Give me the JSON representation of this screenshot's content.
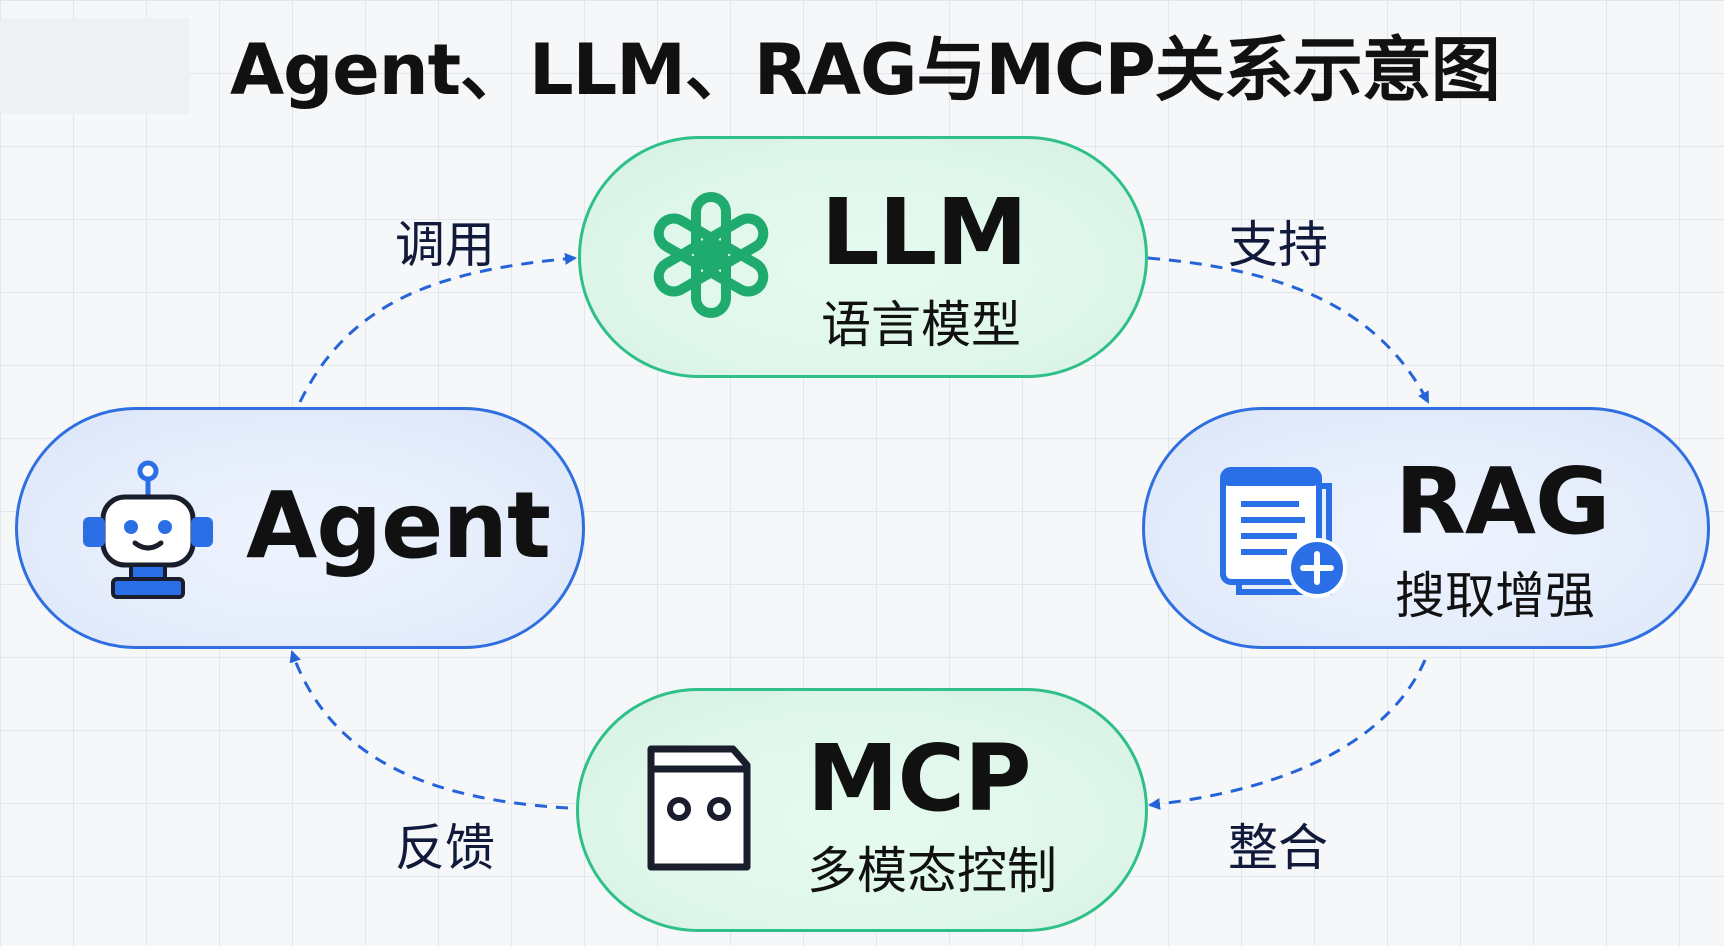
{
  "title": "Agent、LLM、RAG与MCP关系示意图",
  "colors": {
    "green_border": "#2fc08a",
    "blue_border": "#2f6fe0",
    "arrow": "#2563d9",
    "icon_blue": "#2a6fe6"
  },
  "nodes": {
    "llm": {
      "name": "LLM",
      "subtitle": "语言模型",
      "icon": "openai-knot-icon"
    },
    "agent": {
      "name": "Agent",
      "icon": "robot-icon"
    },
    "rag": {
      "name": "RAG",
      "subtitle": "搜取增强",
      "icon": "document-add-icon"
    },
    "mcp": {
      "name": "MCP",
      "subtitle": "多模态控制",
      "icon": "device-box-icon"
    }
  },
  "edges": {
    "agent_to_llm": "调用",
    "llm_to_rag": "支持",
    "rag_to_mcp": "整合",
    "mcp_to_agent": "反馈"
  }
}
